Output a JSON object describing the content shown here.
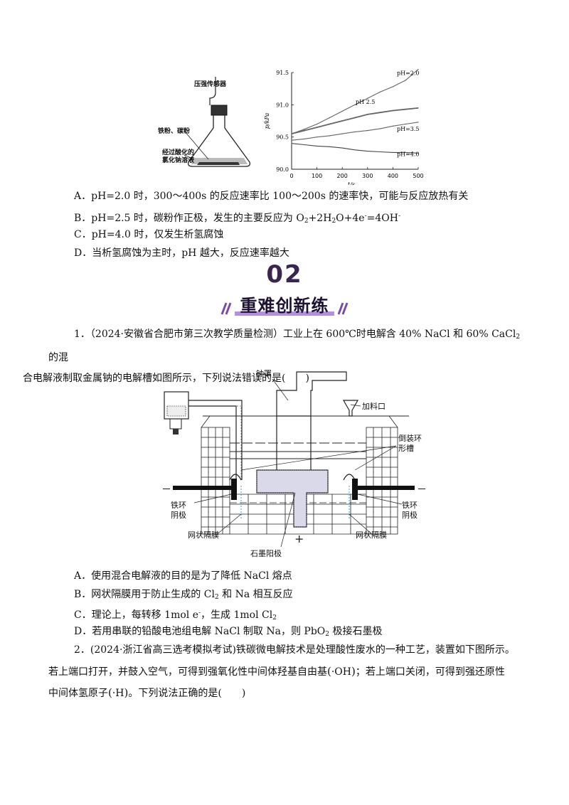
{
  "figure1": {
    "flask": {
      "sensor_label": "压强传感器",
      "powder_label": "铁粉、碳粉",
      "solution_label_1": "经过酸化的",
      "solution_label_2": "氯化钠溶液"
    },
    "chart_data": {
      "type": "line",
      "xlabel": "t/s",
      "ylabel": "p/kPa",
      "xlim": [
        0,
        500
      ],
      "ylim": [
        90.0,
        91.5
      ],
      "x_ticks": [
        "0",
        "100",
        "200",
        "300",
        "400",
        "500"
      ],
      "y_ticks": [
        "90.0",
        "90.5",
        "91.0",
        "91.5"
      ],
      "grid": false,
      "series": [
        {
          "name": "pH=2.0",
          "x": [
            0,
            50,
            100,
            150,
            200,
            250,
            300,
            350,
            400,
            450,
            500
          ],
          "y": [
            90.55,
            90.62,
            90.7,
            90.8,
            90.9,
            91.0,
            91.1,
            91.2,
            91.28,
            91.38,
            91.55
          ]
        },
        {
          "name": "pH  2.5",
          "x": [
            0,
            50,
            100,
            150,
            200,
            250,
            300,
            350,
            400,
            450,
            500
          ],
          "y": [
            90.55,
            90.6,
            90.65,
            90.7,
            90.75,
            90.8,
            90.85,
            90.88,
            90.91,
            90.93,
            90.95
          ]
        },
        {
          "name": "pH=3.5",
          "x": [
            0,
            50,
            100,
            150,
            200,
            250,
            300,
            350,
            400,
            450,
            500
          ],
          "y": [
            90.45,
            90.47,
            90.5,
            90.52,
            90.55,
            90.58,
            90.6,
            90.63,
            90.67,
            90.7,
            90.73
          ]
        },
        {
          "name": "pH=4.0",
          "x": [
            0,
            50,
            100,
            150,
            200,
            250,
            300,
            350,
            400,
            450,
            500
          ],
          "y": [
            90.4,
            90.38,
            90.36,
            90.35,
            90.33,
            90.3,
            90.28,
            90.27,
            90.26,
            90.26,
            90.25
          ]
        }
      ]
    }
  },
  "q_prev_options": {
    "A": "A．pH=2.0 时，300～400s 的反应速率比 100～200s 的速率快，可能与反应放热有关",
    "B_pre": "B．pH=2.5 时，碳粉作正极，发生的主要反应为 O",
    "B_mid1": "+2H",
    "B_mid2": "O+4e",
    "B_mid3": "=4OH",
    "C": "C．pH=4.0 时，仅发生析氢腐蚀",
    "D": "D．当析氢腐蚀为主时，pH 越大，反应速率越大"
  },
  "section": {
    "number": "02",
    "title": "重难创新练"
  },
  "q1": {
    "text_1": "1．（2024·安徽省合肥市第三次教学质量检测）工业上在 600℃时电解含 40% NaCl 和 60% CaCl",
    "text_2": " 的混",
    "text_3": "合电解液制取金属钠的电解槽如图所示，下列说法错误的是(　　)",
    "diagram": {
      "bell": "钟罩",
      "feed": "加料口",
      "ring_groove_1": "倒装环",
      "ring_groove_2": "形槽",
      "iron_ring_left_1": "铁环",
      "iron_ring_left_2": "阴极",
      "iron_ring_right_1": "铁环",
      "iron_ring_right_2": "阴极",
      "mesh_left": "网状隔膜",
      "mesh_right": "网状隔膜",
      "graphite": "石墨阳极",
      "minus_left": "－",
      "minus_right": "－",
      "plus": "+"
    },
    "options": {
      "A": "A．使用混合电解液的目的是为了降低 NaCl 熔点",
      "B_pre": "B．网状隔膜用于防止生成的 Cl",
      "B_post": " 和 Na 相互反应",
      "C_pre": "C．理论上，每转移 1mol e",
      "C_mid": "，生成 1mol Cl",
      "D_pre": "D．若用串联的铅酸电池组电解 NaCl 制取 Na，则 PbO",
      "D_post": " 极接石墨极"
    }
  },
  "q2": {
    "line1": "2．(2024·浙江省高三选考模拟考试)铁碳微电解技术是处理酸性废水的一种工艺，装置如下图所示。",
    "line2_pre": "若上端口打开，并鼓入空气，可得到强氧化性中间体羟基自由基",
    "oh": "·OH",
    "line2_post": "；若上端口关闭，可得到强还原性",
    "line3_pre": "中间体氢原子",
    "h": "·H",
    "line3_post": "。下列说法正确的是(　　)"
  }
}
